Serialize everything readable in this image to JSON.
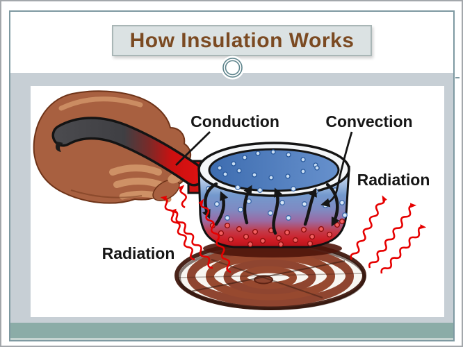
{
  "slide": {
    "title": "How Insulation Works",
    "title_color": "#7B4A22",
    "title_box_bg": "#DBE2E3",
    "slide_border_color": "#7E99A1",
    "band_color": "#C7CFD5",
    "footer_color": "#8BACA7",
    "divider_color": "#7E98A0",
    "frame_color": "#A3A7AB"
  },
  "diagram": {
    "labels": {
      "conduction": "Conduction",
      "convection": "Convection",
      "radiation_left": "Radiation",
      "radiation_right": "Radiation"
    },
    "colors": {
      "radiation_wave": "#E60000",
      "water_blue": "#4F7DC0",
      "hot_red": "#CC1616",
      "handle_grip_gray": "#45454A",
      "handle_red": "#D51212",
      "hand_skin": "#A86040",
      "hand_highlight": "#CE9166",
      "burner_coil": "#8F4530",
      "arrow_black": "#161616"
    }
  }
}
